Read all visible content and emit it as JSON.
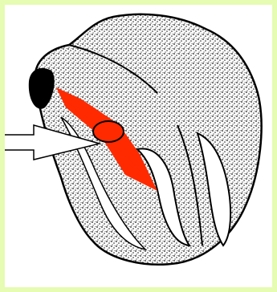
{
  "diagram": {
    "subject": "heart-cross-section-illustration",
    "colors": {
      "background_border": "#e6fcb2",
      "canvas": "#ffffff",
      "tissue_stipple": "#1a1a1a",
      "outline": "#000000",
      "highlight_arrows": "#ff2a00",
      "pointer_fill": "#ffffff"
    },
    "elements": [
      "outer-heart-outline",
      "left-atrium-dark-region",
      "septum-and-chambers",
      "red-double-headed-arrow",
      "white-pointer-arrow",
      "circled-node"
    ]
  }
}
